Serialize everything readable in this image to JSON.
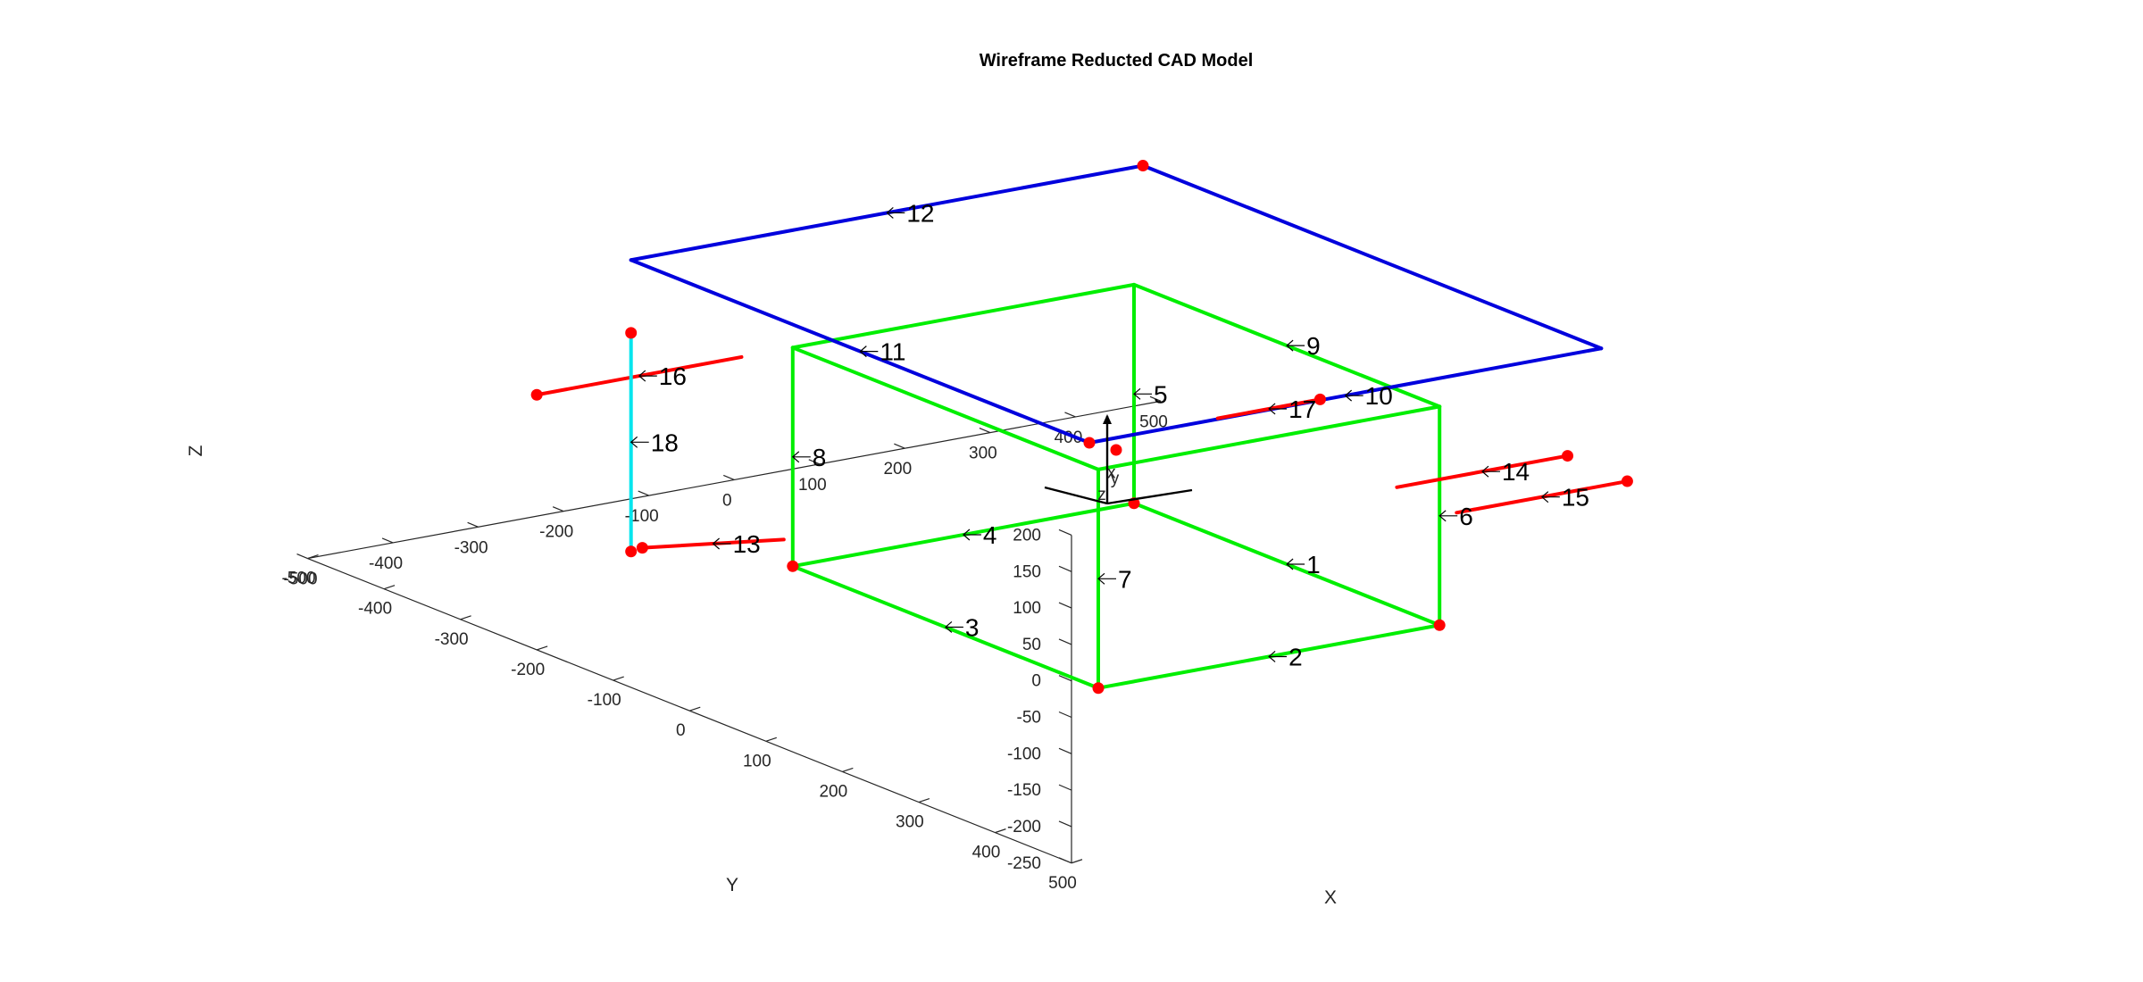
{
  "chart_data": {
    "type": "3d-wireframe",
    "title": "Wireframe Reducted CAD Model",
    "xlabel": "X",
    "ylabel": "Y",
    "zlabel": "Z",
    "xlim": [
      -500,
      500
    ],
    "ylim": [
      -500,
      500
    ],
    "zlim": [
      -250,
      200
    ],
    "xticks": [
      -500,
      -400,
      -300,
      -200,
      -100,
      0,
      100,
      200,
      300,
      400,
      500
    ],
    "yticks": [
      -500,
      -400,
      -300,
      -200,
      -100,
      0,
      100,
      200,
      300,
      400,
      500
    ],
    "zticks": [
      -250,
      -200,
      -150,
      -100,
      -50,
      0,
      50,
      100,
      150,
      200
    ],
    "grid": false,
    "colors": {
      "box": "#00ee00",
      "top_plane": "#0000dd",
      "rods": "#ff0000",
      "vertical_rod": "#00e5ee",
      "points": "#ff0000",
      "frame": "#000000"
    },
    "origin_frame": {
      "origin": [
        0,
        0,
        0
      ],
      "labels": [
        "x",
        "y",
        "z"
      ]
    },
    "edges": [
      {
        "id": "1",
        "group": "box",
        "start": [
          200,
          -200,
          -200
        ],
        "end": [
          200,
          200,
          -200
        ]
      },
      {
        "id": "2",
        "group": "box",
        "start": [
          200,
          200,
          -200
        ],
        "end": [
          -200,
          200,
          -200
        ]
      },
      {
        "id": "3",
        "group": "box",
        "start": [
          -200,
          200,
          -200
        ],
        "end": [
          -200,
          -200,
          -200
        ]
      },
      {
        "id": "4",
        "group": "box",
        "start": [
          -200,
          -200,
          -200
        ],
        "end": [
          200,
          -200,
          -200
        ]
      },
      {
        "id": "5",
        "group": "box",
        "start": [
          200,
          -200,
          -200
        ],
        "end": [
          200,
          -200,
          100
        ]
      },
      {
        "id": "6",
        "group": "box",
        "start": [
          200,
          200,
          -200
        ],
        "end": [
          200,
          200,
          100
        ]
      },
      {
        "id": "7",
        "group": "box",
        "start": [
          -200,
          200,
          -200
        ],
        "end": [
          -200,
          200,
          100
        ]
      },
      {
        "id": "8",
        "group": "box",
        "start": [
          -200,
          -200,
          -200
        ],
        "end": [
          -200,
          -200,
          100
        ]
      },
      {
        "id": "9",
        "group": "box",
        "start": [
          200,
          -200,
          100
        ],
        "end": [
          200,
          200,
          100
        ]
      },
      {
        "id": "",
        "group": "box",
        "start": [
          200,
          200,
          100
        ],
        "end": [
          -200,
          200,
          100
        ]
      },
      {
        "id": "",
        "group": "box",
        "start": [
          -200,
          200,
          100
        ],
        "end": [
          -200,
          -200,
          100
        ]
      },
      {
        "id": "",
        "group": "box",
        "start": [
          -200,
          -200,
          100
        ],
        "end": [
          200,
          -200,
          100
        ]
      },
      {
        "id": "10",
        "group": "top_plane",
        "start": [
          300,
          300,
          200
        ],
        "end": [
          -300,
          300,
          200
        ]
      },
      {
        "id": "11",
        "group": "top_plane",
        "start": [
          -300,
          300,
          200
        ],
        "end": [
          -300,
          -300,
          200
        ]
      },
      {
        "id": "12",
        "group": "top_plane",
        "start": [
          -300,
          -300,
          200
        ],
        "end": [
          300,
          -300,
          200
        ]
      },
      {
        "id": "",
        "group": "top_plane",
        "start": [
          300,
          -300,
          200
        ],
        "end": [
          300,
          300,
          200
        ]
      },
      {
        "id": "13",
        "group": "rods",
        "start": [
          -300,
          -100,
          -100
        ],
        "end": [
          -430,
          -140,
          -100
        ]
      },
      {
        "id": "14",
        "group": "rods",
        "start": [
          350,
          200,
          0
        ],
        "end": [
          150,
          200,
          0
        ]
      },
      {
        "id": "15",
        "group": "rods",
        "start": [
          420,
          200,
          -50
        ],
        "end": [
          220,
          200,
          -50
        ]
      },
      {
        "id": "16",
        "group": "rods",
        "start": [
          -260,
          -200,
          100
        ],
        "end": [
          -500,
          -200,
          100
        ]
      },
      {
        "id": "17",
        "group": "rods",
        "start": [
          60,
          200,
          140
        ],
        "end": [
          -60,
          200,
          140
        ]
      },
      {
        "id": "18",
        "group": "vertical_rod",
        "start": [
          -300,
          -300,
          -200
        ],
        "end": [
          -300,
          -300,
          100
        ]
      }
    ],
    "points": [
      [
        200,
        -200,
        -200
      ],
      [
        200,
        200,
        -200
      ],
      [
        -200,
        200,
        -200
      ],
      [
        -200,
        -200,
        -200
      ],
      [
        300,
        -300,
        200
      ],
      [
        -300,
        300,
        200
      ],
      [
        -430,
        -140,
        -100
      ],
      [
        350,
        200,
        0
      ],
      [
        420,
        200,
        -50
      ],
      [
        -500,
        -200,
        100
      ],
      [
        60,
        200,
        140
      ],
      [
        -300,
        -300,
        -200
      ],
      [
        -300,
        -300,
        100
      ],
      [
        0,
        0,
        0
      ]
    ]
  }
}
